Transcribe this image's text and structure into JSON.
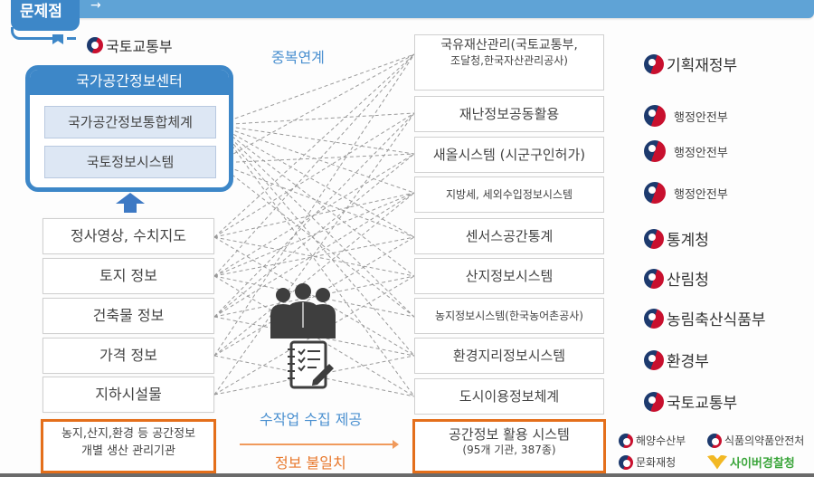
{
  "header": {
    "tab_label": "문제점",
    "arrow_glyph": "→",
    "colors": {
      "bar": "#5fa3d6",
      "tab": "#3d87c8"
    }
  },
  "top_ministry": "국토교통부",
  "center": {
    "title": "국가공간정보센터",
    "items": [
      "국가공간정보통합체계",
      "국토정보시스템"
    ]
  },
  "left_sources": [
    "정사영상, 수치지도",
    "토지 정보",
    "건축물 정보",
    "가격 정보",
    "지하시설물"
  ],
  "left_orange": {
    "line1": "농지,산지,환경 등 공간정보",
    "line2": "개별 생산 관리기관"
  },
  "labels": {
    "duplicate_link": "중복연계",
    "manual_collection": "수작업 수집 제공",
    "info_mismatch": "정보 불일치"
  },
  "right_systems": [
    {
      "line1": "국유재산관리(국토교통부,",
      "line2": "조달청,한국자산관리공사)"
    },
    {
      "text": "재난정보공동활용"
    },
    {
      "text": "새올시스템 (시군구인허가)"
    },
    {
      "text": "지방세, 세외수입정보시스템"
    },
    {
      "text": "센서스공간통계"
    },
    {
      "text": "산지정보시스템"
    },
    {
      "text": "농지정보시스템(한국농어촌공사)"
    },
    {
      "text": "환경지리정보시스템"
    },
    {
      "text": "도시이용정보체계"
    }
  ],
  "right_orange": {
    "line1": "공간정보 활용 시스템",
    "line2": "(95개 기관, 387종)"
  },
  "ministries": [
    "기획재정부",
    "행정안전부",
    "행정안전부",
    "행정안전부",
    "통계청",
    "산림청",
    "농림축산식품부",
    "환경부",
    "국토교통부"
  ],
  "bottom_ministries": {
    "row1": [
      "해양수산부",
      "식품의약품안전처"
    ],
    "row2_left": "문화재청",
    "row2_right": "사이버경찰청"
  },
  "icons": {
    "people": "people-group-icon",
    "checklist": "checklist-notebook-icon",
    "emblem": "taegeuk-emblem-icon"
  },
  "colors": {
    "blue_accent": "#3d87c8",
    "orange_accent": "#e46f1b",
    "label_blue": "#4a90d0",
    "label_orange": "#e8782c",
    "dashed_line": "#9a9a9a"
  }
}
